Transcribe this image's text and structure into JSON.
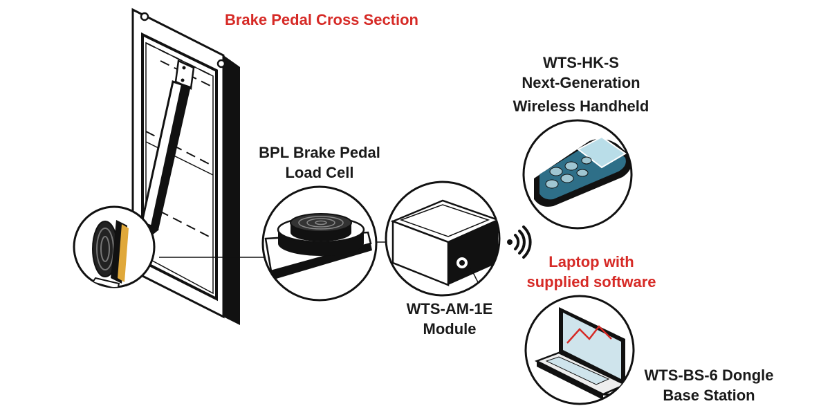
{
  "colors": {
    "accent_red": "#d62a26",
    "outline": "#111111",
    "pedal_orange": "#e0a83a",
    "handheld_blue": "#2e6f88",
    "screen_teal": "#b9dde8"
  },
  "diagram": {
    "title": "Brake Pedal Cross Section",
    "nodes": {
      "load_cell": {
        "lines": [
          "BPL Brake Pedal",
          "Load Cell"
        ],
        "icon": "load-cell-icon"
      },
      "module": {
        "lines": [
          "WTS-AM-1E",
          "Module"
        ],
        "icon": "module-box-icon"
      },
      "handheld": {
        "lines": [
          "WTS-HK-S",
          "Next-Generation",
          "Wireless Handheld"
        ],
        "icon": "handheld-device-icon"
      },
      "laptop": {
        "lines": [
          "Laptop with",
          "supplied software"
        ],
        "icon": "laptop-icon"
      },
      "dongle": {
        "lines": [
          "WTS-BS-6 Dongle",
          "Base Station"
        ]
      }
    },
    "wireless_symbol": "wireless-signal-icon"
  }
}
